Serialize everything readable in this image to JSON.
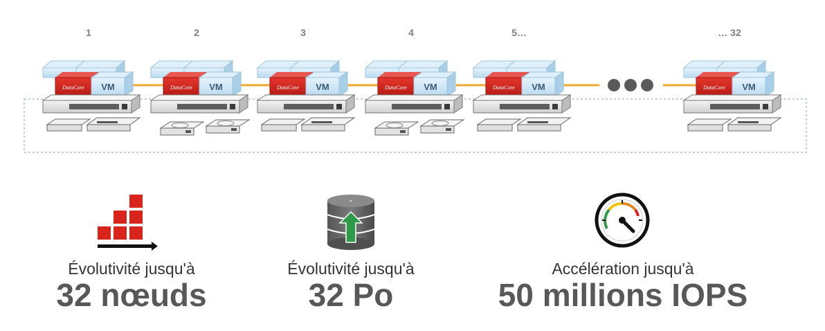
{
  "nodes": {
    "labels": [
      "1",
      "2",
      "3",
      "4",
      "5…",
      "… 32"
    ],
    "vm_label": "VM",
    "brand_label": "DataCore",
    "ellipsis_count": 3,
    "colors": {
      "red": "#d9241c",
      "vm_blue": "#cfe7f5",
      "link": "#f0a830",
      "dashed": "#7f9fbf",
      "label": "#7f7f7f",
      "dots": "#5a5a5a"
    }
  },
  "stats": [
    {
      "icon": "scale-bars-icon",
      "label": "Évolutivité jusqu'à",
      "value": "32 nœuds"
    },
    {
      "icon": "database-upload-icon",
      "label": "Évolutivité jusqu'à",
      "value": "32 Po"
    },
    {
      "icon": "speedometer-icon",
      "label": "Accélération jusqu'à",
      "value": "50 millions IOPS"
    }
  ]
}
